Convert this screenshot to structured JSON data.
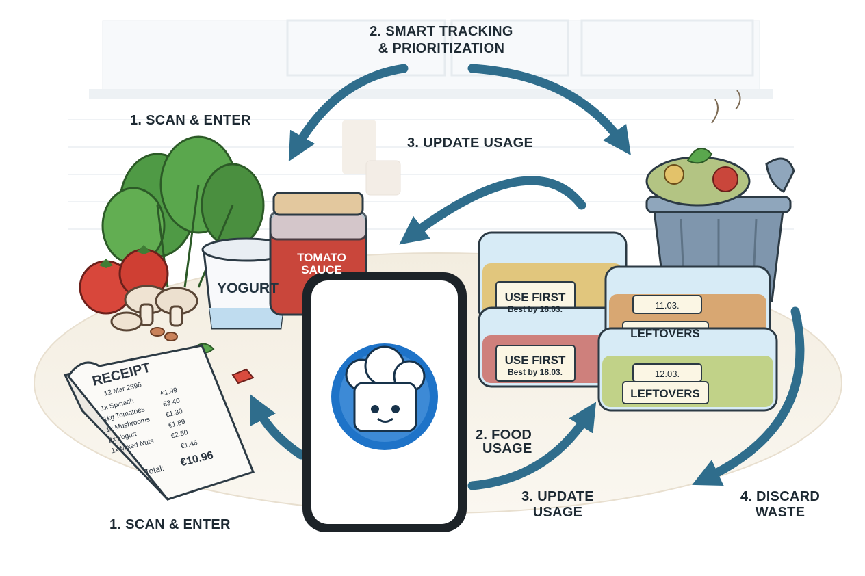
{
  "labels": {
    "step1_top": "1. SCAN & ENTER",
    "step2_top_line1": "2. SMART TRACKING",
    "step2_top_line2": "& PRIORITIZATION",
    "step3_top": "3. UPDATE USAGE",
    "step1_bottom": "1. SCAN & ENTER",
    "step2_bottom_line1": "2. FOOD",
    "step2_bottom_line2": "USAGE",
    "step3_bottom_line1": "3. UPDATE",
    "step3_bottom_line2": "USAGE",
    "step4_line1": "4. DISCARD",
    "step4_line2": "WASTE"
  },
  "items": {
    "yogurt": "YOGURT",
    "tomato_line1": "TOMATO",
    "tomato_line2": "SAUCE"
  },
  "receipt": {
    "title": "RECEIPT",
    "date": "12 Mar 2896",
    "lines": [
      {
        "item": "1x Spinach",
        "price": "€1.99"
      },
      {
        "item": "1kg Tomatoes",
        "price": "€3.40"
      },
      {
        "item": "1x Mushrooms",
        "price": "€1.30"
      },
      {
        "item": "2x Yogurt",
        "price": "€1.89"
      },
      {
        "item": "1x Mixed Nuts",
        "price": "€2.50"
      }
    ],
    "subtotal": "€1.46",
    "total_label": "Total:",
    "total_value": "€10.96"
  },
  "containers": [
    {
      "label": "USE FIRST",
      "sub": "Best by 18.03."
    },
    {
      "label": "USE FIRST",
      "sub": "Best by 18.03."
    },
    {
      "label": "LEFTOVERS",
      "date": "11.03."
    },
    {
      "label": "LEFTOVERS",
      "date": "12.03."
    }
  ],
  "colors": {
    "arrow": "#2f6d8c",
    "app_blue": "#1e73c8",
    "ink": "#1e2a33",
    "bin": "#7f96ad",
    "container_blue": "#cfe4f2"
  },
  "icons": {
    "app_logo": "chef-hat-mascot-icon",
    "phone": "smartphone-icon",
    "bin": "trash-bin-icon"
  }
}
